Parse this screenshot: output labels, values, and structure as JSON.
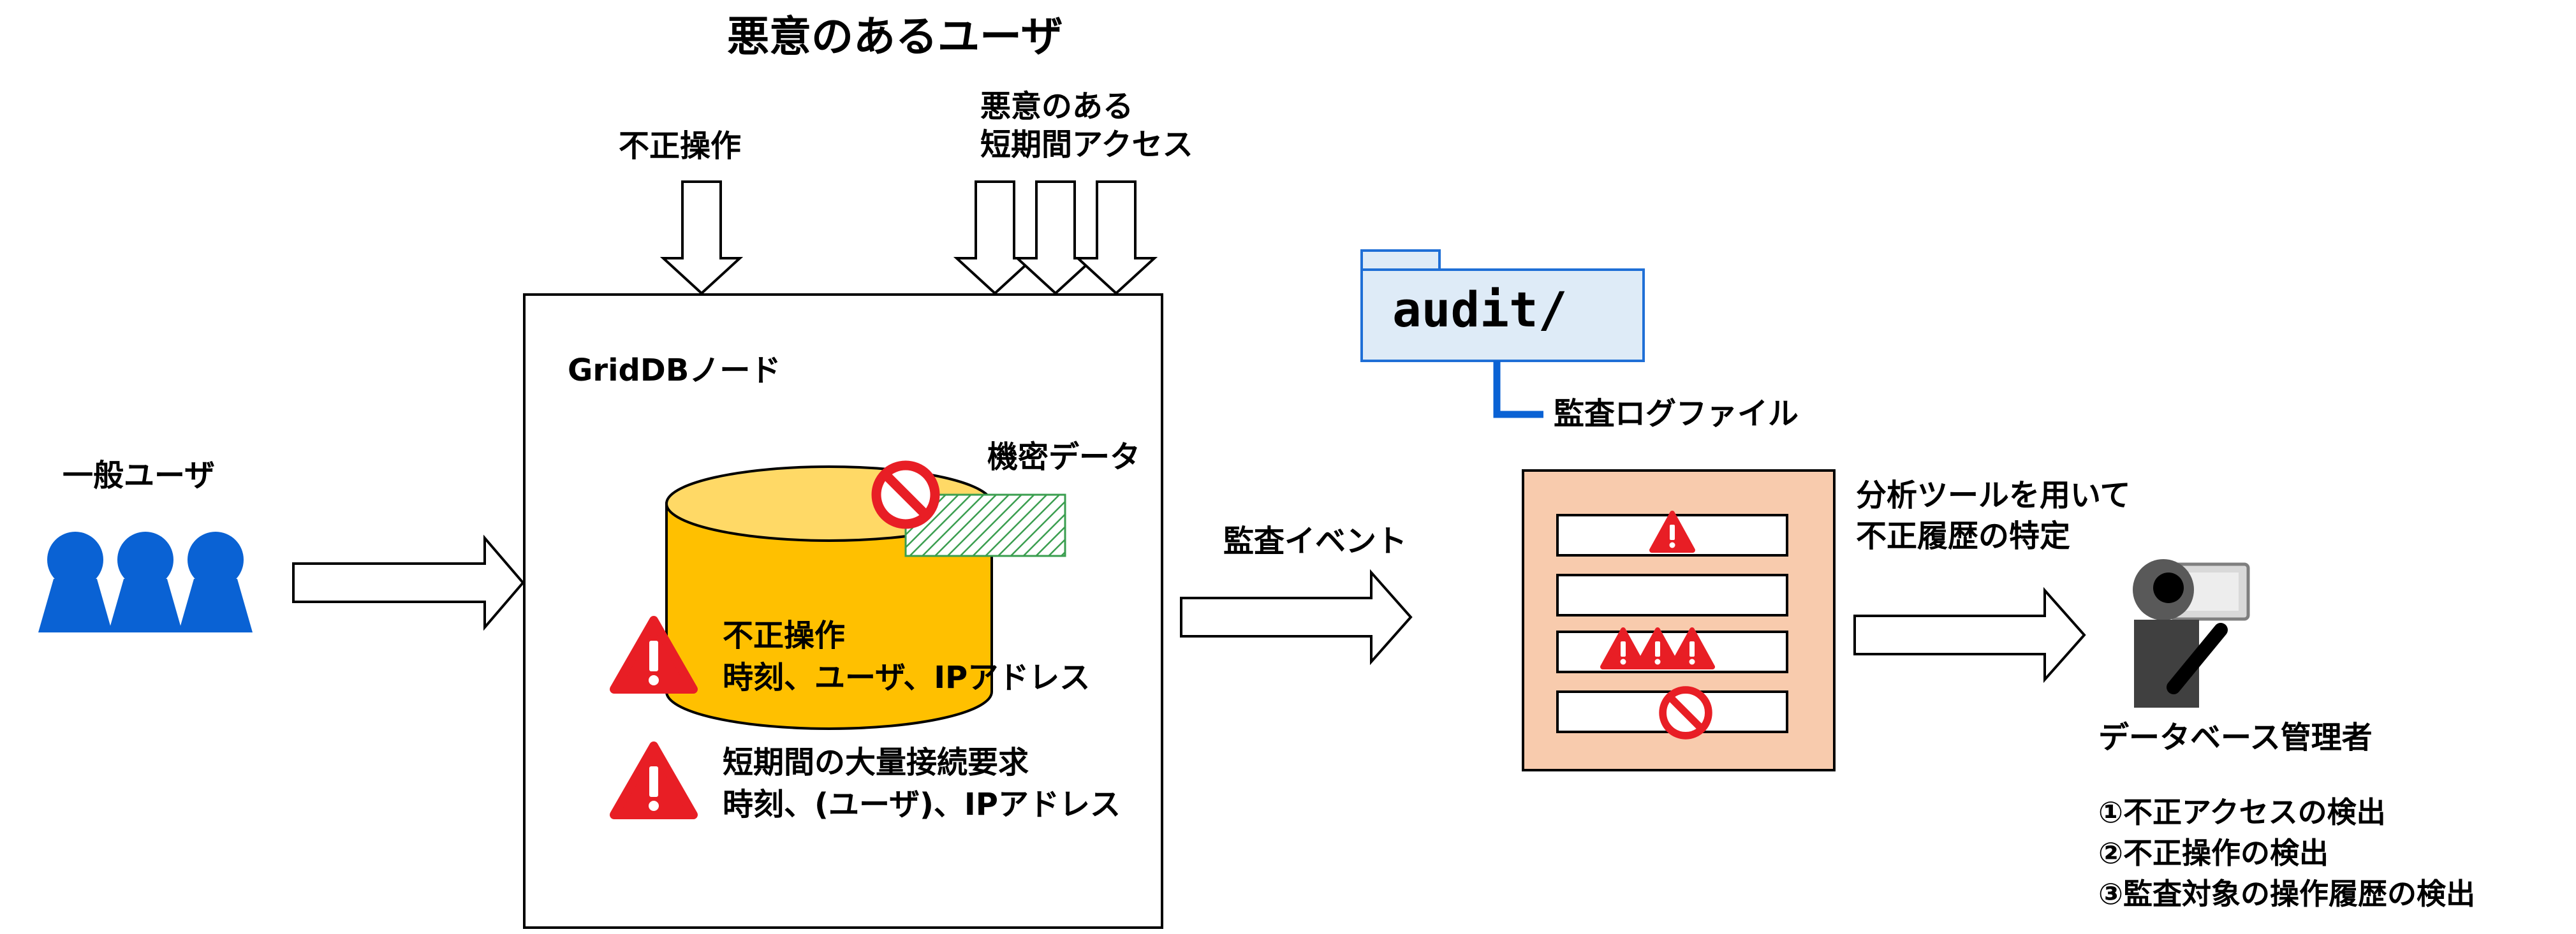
{
  "title": "悪意のあるユーザ",
  "labels": {
    "fusei_sousa_top": "不正操作",
    "access_line1": "悪意のある",
    "access_line2": "短期間アクセス",
    "ippan_user": "一般ユーザ",
    "node_title": "GridDBノード",
    "kimitsu_data": "機密データ",
    "event1_line1": "不正操作",
    "event1_line2": "時刻、ユーザ、IPアドレス",
    "event2_line1": "短期間の大量接続要求",
    "event2_line2": "時刻、(ユーザ)、IPアドレス",
    "audit_event": "監査イベント",
    "folder_name": "audit/",
    "log_file": "監査ログファイル",
    "analysis_line1": "分析ツールを用いて",
    "analysis_line2": "不正履歴の特定",
    "admin": "データベース管理者",
    "detect1": "①不正アクセスの検出",
    "detect2": "②不正操作の検出",
    "detect3": "③監査対象の操作履歴の検出"
  },
  "colors": {
    "user_blue": "#0a62d4",
    "folder_fill": "#deebf7",
    "folder_stroke": "#1f6fd6",
    "cylinder_body": "#ffc000",
    "cylinder_top": "#ffd966",
    "log_panel": "#f8cbad",
    "warning_red": "#e81e25",
    "hatch_green": "#3a9e4f"
  },
  "icons": [
    "user-group-icon",
    "warning-icon",
    "prohibited-icon",
    "folder-icon",
    "admin-person-icon",
    "monitor-icon",
    "outline-arrow"
  ]
}
